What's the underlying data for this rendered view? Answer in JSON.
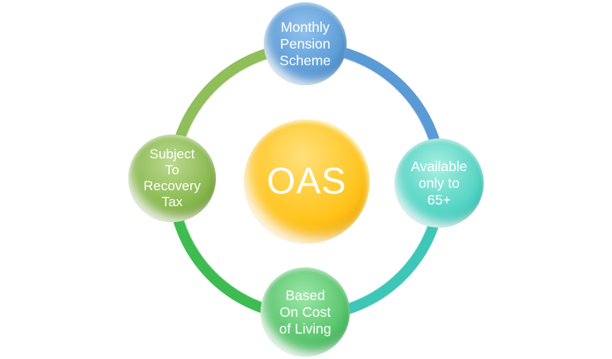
{
  "diagram": {
    "type": "cycle",
    "background_color": "#FFFFFF",
    "text_color": "#FFFFFF",
    "center_node": {
      "label": "OAS",
      "color": "#FFC41C"
    },
    "nodes": [
      {
        "id": "monthly-pension-scheme",
        "position": "top",
        "color": "#5B9BD5",
        "label": "Monthly Pension Scheme",
        "lines": [
          "Monthly",
          "Pension",
          "Scheme"
        ]
      },
      {
        "id": "available-only-to-65plus",
        "position": "right",
        "color": "#4ED2C2",
        "label": "Available only to 65+",
        "lines": [
          "Available",
          "only to",
          "65+"
        ]
      },
      {
        "id": "based-on-cost-of-living",
        "position": "bottom",
        "color": "#52C167",
        "label": "Based On Cost of Living",
        "lines": [
          "Based",
          "On Cost",
          "of Living"
        ]
      },
      {
        "id": "subject-to-recovery-tax",
        "position": "left",
        "color": "#84B44A",
        "label": "Subject To Recovery Tax",
        "lines": [
          "Subject",
          "To",
          "Recovery",
          "Tax"
        ]
      }
    ],
    "ring_segments": [
      {
        "from": "left",
        "to": "top",
        "color": "#8FBE5A"
      },
      {
        "from": "top",
        "to": "right",
        "color": "#5B9BD5"
      },
      {
        "from": "right",
        "to": "bottom",
        "color": "#3EC6B8"
      },
      {
        "from": "bottom",
        "to": "left",
        "color": "#3EBC51"
      }
    ]
  }
}
